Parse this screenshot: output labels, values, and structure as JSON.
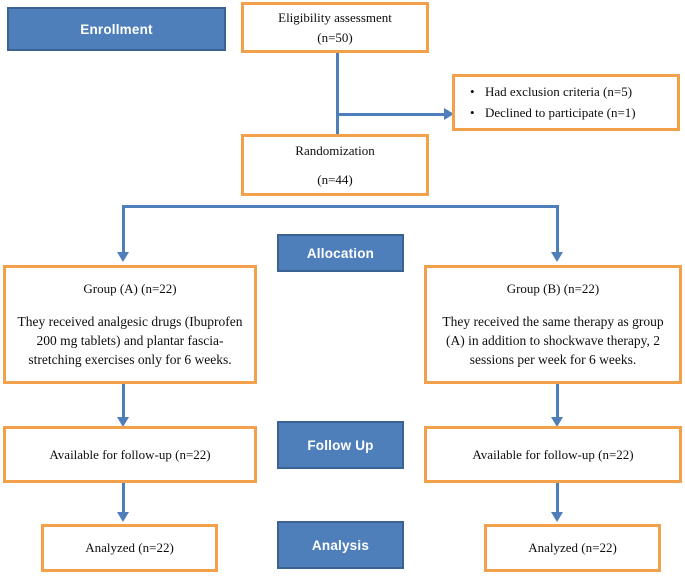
{
  "diagram": {
    "type": "consort-flow-diagram",
    "colors": {
      "box_border": "#F3A04B",
      "stage_fill": "#4E7FBB",
      "stage_border": "#3A6394",
      "connector": "#4E7FBB",
      "text": "#0D0D0D",
      "background": "#FFFFFF"
    }
  },
  "stages": {
    "enrollment": "Enrollment",
    "allocation": "Allocation",
    "follow_up": "Follow Up",
    "analysis": "Analysis"
  },
  "nodes": {
    "eligibility": {
      "line1": "Eligibility assessment",
      "line2": "(n=50)"
    },
    "exclusions": {
      "items": [
        "Had exclusion criteria (n=5)",
        "Declined to participate (n=1)"
      ],
      "bullet": "•"
    },
    "randomization": {
      "line1": "Randomization",
      "line2": "(n=44)"
    },
    "group_a": {
      "title": "Group (A) (n=22)",
      "description": "They received analgesic drugs (Ibuprofen 200 mg tablets) and plantar fascia-stretching exercises only for 6 weeks."
    },
    "group_b": {
      "title": "Group (B) (n=22)",
      "description": "They received the same therapy as group (A) in addition to shockwave therapy, 2 sessions per week for 6 weeks."
    },
    "followup_a": {
      "text": "Available for follow-up (n=22)"
    },
    "followup_b": {
      "text": "Available for follow-up (n=22)"
    },
    "analyzed_a": {
      "text": "Analyzed (n=22)"
    },
    "analyzed_b": {
      "text": "Analyzed (n=22)"
    }
  }
}
